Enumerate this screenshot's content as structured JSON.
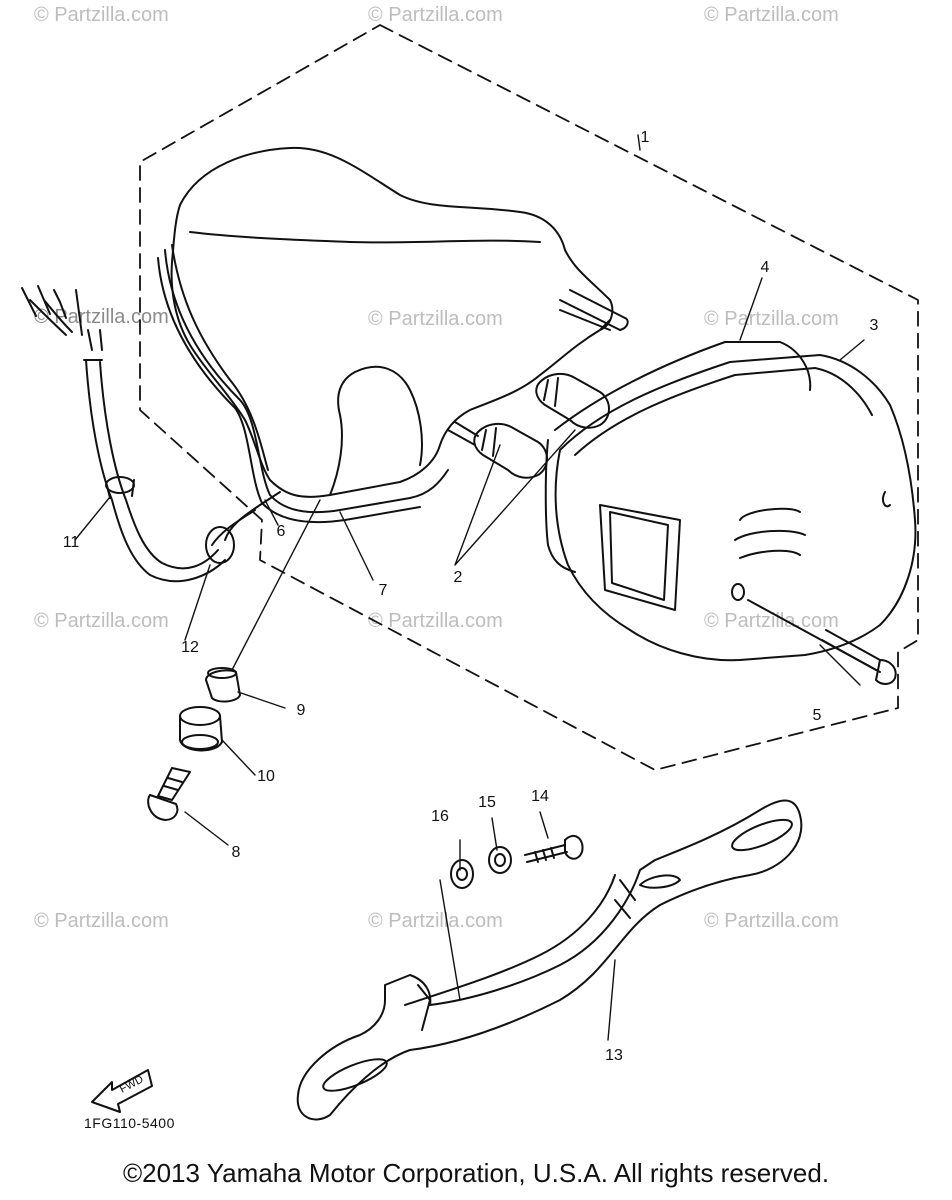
{
  "watermark": "© Partzilla.com",
  "callouts": [
    {
      "id": "1",
      "label": "1"
    },
    {
      "id": "2",
      "label": "2"
    },
    {
      "id": "3",
      "label": "3"
    },
    {
      "id": "4",
      "label": "4"
    },
    {
      "id": "5",
      "label": "5"
    },
    {
      "id": "6",
      "label": "6"
    },
    {
      "id": "7",
      "label": "7"
    },
    {
      "id": "8",
      "label": "8"
    },
    {
      "id": "9",
      "label": "9"
    },
    {
      "id": "10",
      "label": "10"
    },
    {
      "id": "11",
      "label": "11"
    },
    {
      "id": "12",
      "label": "12"
    },
    {
      "id": "13",
      "label": "13"
    },
    {
      "id": "14",
      "label": "14"
    },
    {
      "id": "15",
      "label": "15"
    },
    {
      "id": "16",
      "label": "16"
    }
  ],
  "fwd_label": "FWD",
  "diagram_code": "1FG110-5400",
  "copyright": "©2013 Yamaha Motor Corporation, U.S.A. All rights reserved."
}
